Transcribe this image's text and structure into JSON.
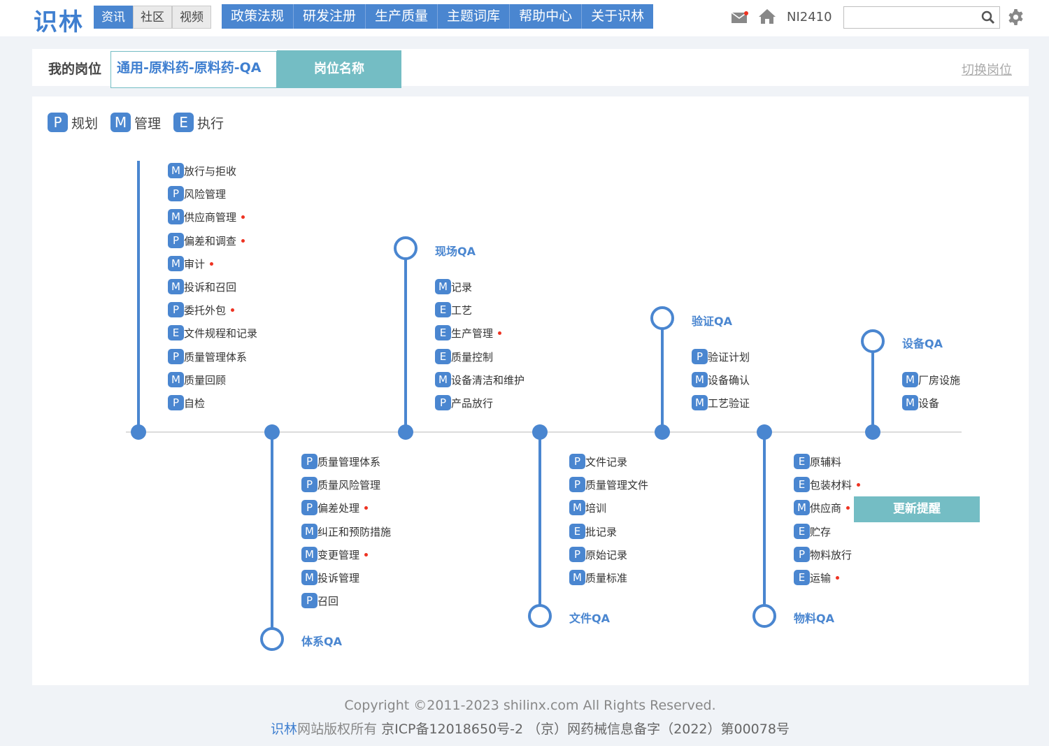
{
  "header": {
    "logo": "识林",
    "subnav": [
      "资讯",
      "社区",
      "视频"
    ],
    "mainnav": [
      "政策法规",
      "研发注册",
      "生产质量",
      "主题词库",
      "帮助中心",
      "关于识林"
    ],
    "username": "NI2410",
    "search_placeholder": ""
  },
  "job": {
    "label": "我的岗位",
    "value": "通用-原料药-原料药-QA",
    "tag": "岗位名称",
    "switch": "切换岗位"
  },
  "legend": [
    {
      "code": "P",
      "label": "规划"
    },
    {
      "code": "M",
      "label": "管理"
    },
    {
      "code": "E",
      "label": "执行"
    }
  ],
  "groups": {
    "g1": {
      "title": "",
      "items": [
        {
          "code": "M",
          "label": "放行与拒收",
          "alert": false
        },
        {
          "code": "P",
          "label": "风险管理",
          "alert": false
        },
        {
          "code": "M",
          "label": "供应商管理",
          "alert": true
        },
        {
          "code": "P",
          "label": "偏差和调查",
          "alert": true
        },
        {
          "code": "M",
          "label": "审计",
          "alert": true
        },
        {
          "code": "M",
          "label": "投诉和召回",
          "alert": false
        },
        {
          "code": "P",
          "label": "委托外包",
          "alert": true
        },
        {
          "code": "E",
          "label": "文件规程和记录",
          "alert": false
        },
        {
          "code": "P",
          "label": "质量管理体系",
          "alert": false
        },
        {
          "code": "M",
          "label": "质量回顾",
          "alert": false
        },
        {
          "code": "P",
          "label": "自检",
          "alert": false
        }
      ]
    },
    "g2": {
      "title": "体系QA",
      "items": [
        {
          "code": "P",
          "label": "质量管理体系",
          "alert": false
        },
        {
          "code": "P",
          "label": "质量风险管理",
          "alert": false
        },
        {
          "code": "P",
          "label": "偏差处理",
          "alert": true
        },
        {
          "code": "M",
          "label": "纠正和预防措施",
          "alert": false
        },
        {
          "code": "M",
          "label": "变更管理",
          "alert": true
        },
        {
          "code": "M",
          "label": "投诉管理",
          "alert": false
        },
        {
          "code": "P",
          "label": "召回",
          "alert": false
        }
      ]
    },
    "g3": {
      "title": "现场QA",
      "items": [
        {
          "code": "M",
          "label": "记录",
          "alert": false
        },
        {
          "code": "E",
          "label": "工艺",
          "alert": false
        },
        {
          "code": "E",
          "label": "生产管理",
          "alert": true
        },
        {
          "code": "E",
          "label": "质量控制",
          "alert": false
        },
        {
          "code": "M",
          "label": "设备清洁和维护",
          "alert": false
        },
        {
          "code": "P",
          "label": "产品放行",
          "alert": false
        }
      ]
    },
    "g4": {
      "title": "文件QA",
      "items": [
        {
          "code": "P",
          "label": "文件记录",
          "alert": false
        },
        {
          "code": "P",
          "label": "质量管理文件",
          "alert": false
        },
        {
          "code": "M",
          "label": "培训",
          "alert": false
        },
        {
          "code": "E",
          "label": "批记录",
          "alert": false
        },
        {
          "code": "P",
          "label": "原始记录",
          "alert": false
        },
        {
          "code": "M",
          "label": "质量标准",
          "alert": false
        }
      ]
    },
    "g5": {
      "title": "验证QA",
      "items": [
        {
          "code": "P",
          "label": "验证计划",
          "alert": false
        },
        {
          "code": "M",
          "label": "设备确认",
          "alert": false
        },
        {
          "code": "M",
          "label": "工艺验证",
          "alert": false
        }
      ]
    },
    "g6": {
      "title": "物料QA",
      "items": [
        {
          "code": "E",
          "label": "原辅料",
          "alert": false
        },
        {
          "code": "E",
          "label": "包装材料",
          "alert": true
        },
        {
          "code": "M",
          "label": "供应商",
          "alert": true
        },
        {
          "code": "E",
          "label": "贮存",
          "alert": false
        },
        {
          "code": "P",
          "label": "物料放行",
          "alert": false
        },
        {
          "code": "E",
          "label": "运输",
          "alert": true
        }
      ]
    },
    "g7": {
      "title": "设备QA",
      "items": [
        {
          "code": "M",
          "label": "厂房设施",
          "alert": false
        },
        {
          "code": "M",
          "label": "设备",
          "alert": false
        }
      ]
    }
  },
  "update_tag": "更新提醒",
  "footer": {
    "copyright": "Copyright ©2011-2023 shilinx.com All Rights Reserved.",
    "brand": "识林",
    "owner": "网站版权所有",
    "icp": "京ICP备12018650号-2 （京）网药械信息备字（2022）第00078号"
  },
  "colors": {
    "accent": "#4a86d0",
    "teal": "#74bdc4",
    "alert": "#ee3322"
  }
}
